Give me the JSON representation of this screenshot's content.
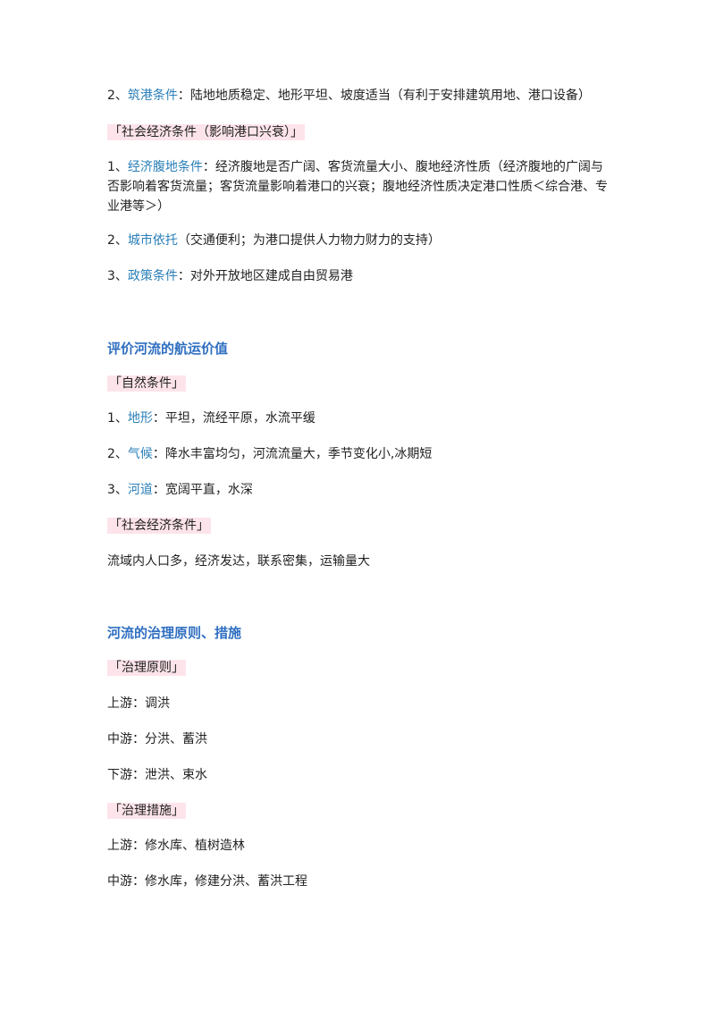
{
  "tiaojian": {
    "item2": {
      "num": "2、",
      "key": "筑港条件",
      "rest": "：陆地地质稳定、地形平坦、坡度适当（有利于安排建筑用地、港口设备）"
    },
    "tag_social": "「社会经济条件（影响港口兴衰）」",
    "s_item1": {
      "num": "1、",
      "key": "经济腹地条件",
      "rest": "：经济腹地是否广阔、客货流量大小、腹地经济性质（经济腹地的广阔与否影响着客货流量；客货流量影响着港口的兴衰；腹地经济性质决定港口性质＜综合港、专业港等＞）"
    },
    "s_item2": {
      "num": "2、",
      "key": "城市依托",
      "rest": "（交通便利；为港口提供人力物力财力的支持）"
    },
    "s_item3": {
      "num": "3、",
      "key": "政策条件",
      "rest": "：对外开放地区建成自由贸易港"
    }
  },
  "shipping": {
    "heading": "评价河流的航运价值",
    "tag_natural": "「自然条件」",
    "n_item1": {
      "num": "1、",
      "key": "地形",
      "rest": "：平坦，流经平原，水流平缓"
    },
    "n_item2": {
      "num": "2、",
      "key": "气候",
      "rest": "：降水丰富均匀，河流流量大，季节变化小,冰期短"
    },
    "n_item3": {
      "num": "3、",
      "key": "河道",
      "rest": "：宽阔平直，水深"
    },
    "tag_social": "「社会经济条件」",
    "social_text": "流域内人口多，经济发达，联系密集，运输量大"
  },
  "governance": {
    "heading": "河流的治理原则、措施",
    "tag_principle": "「治理原则」",
    "p1": "上游：调洪",
    "p2": "中游：分洪、蓄洪",
    "p3": "下游：泄洪、束水",
    "tag_measures": "「治理措施」",
    "m1": "上游：修水库、植树造林",
    "m2": "中游：修水库，修建分洪、蓄洪工程"
  }
}
